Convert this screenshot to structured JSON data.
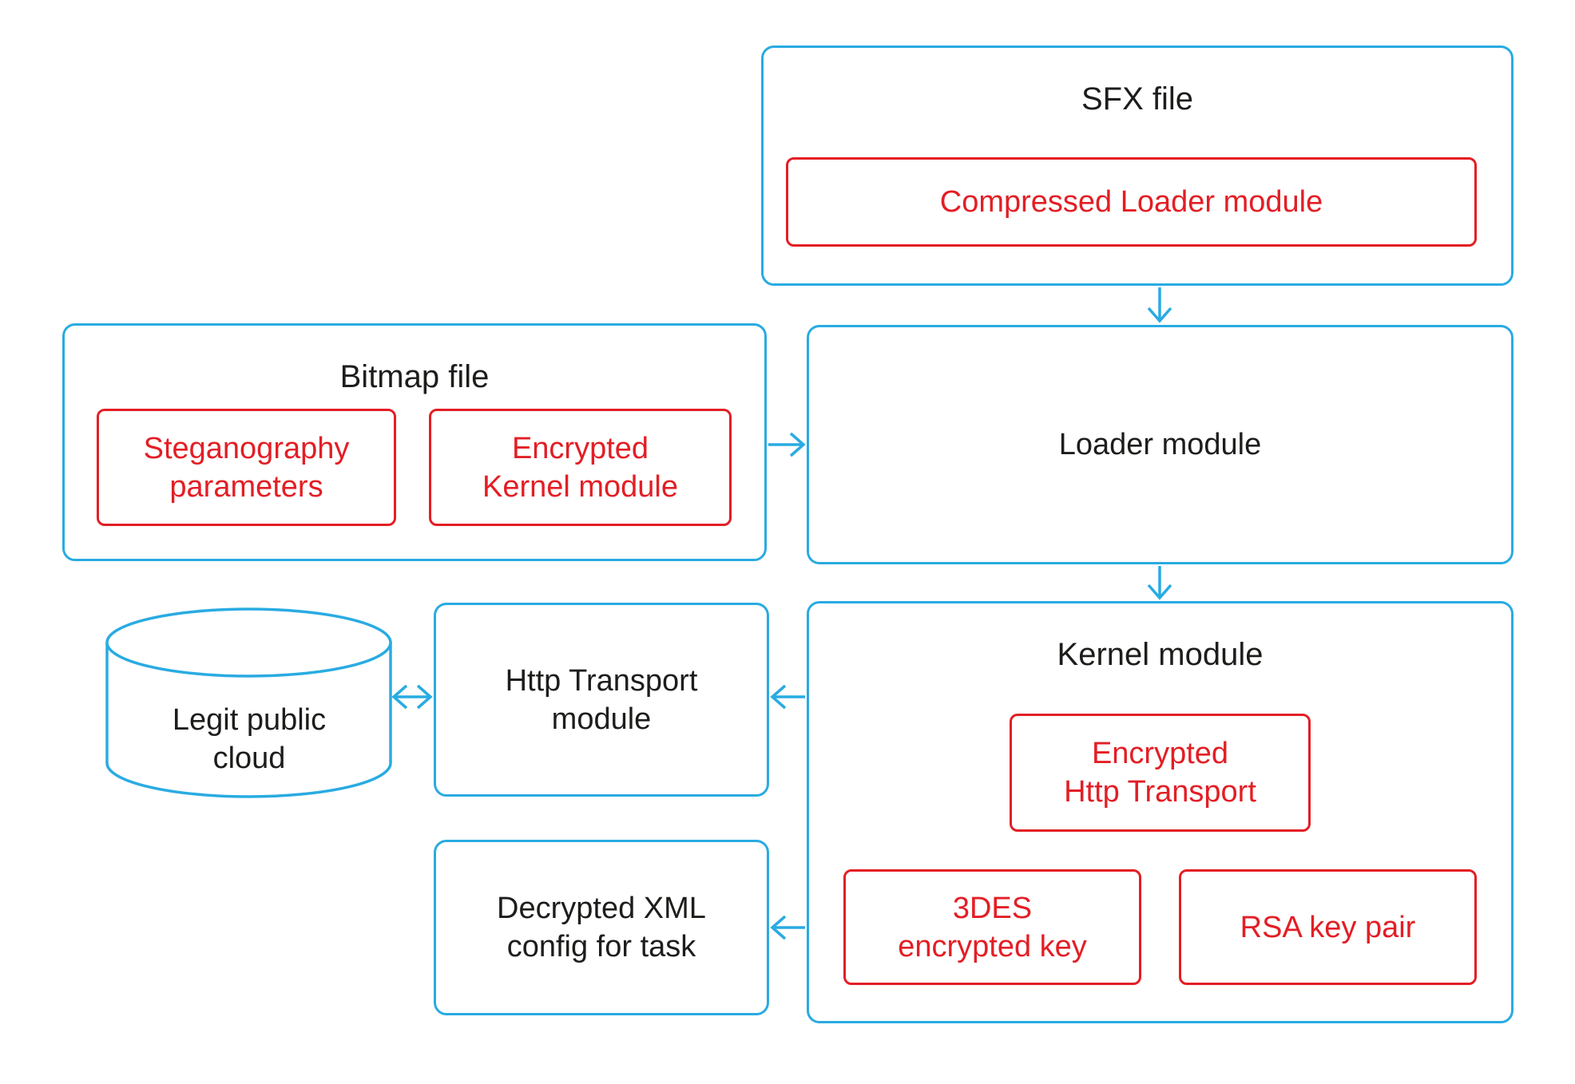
{
  "colors": {
    "cyan": "#29abe2",
    "red": "#e31e25",
    "text": "#1d1d1b",
    "background": "#ffffff"
  },
  "nodes": {
    "sfx_file": {
      "title": "SFX file"
    },
    "compressed_loader_module": {
      "lines": [
        "Compressed Loader module"
      ]
    },
    "bitmap_file": {
      "title": "Bitmap file"
    },
    "steganography_parameters": {
      "lines": [
        "Steganography",
        "parameters"
      ]
    },
    "encrypted_kernel_module": {
      "lines": [
        "Encrypted",
        "Kernel module"
      ]
    },
    "loader_module": {
      "lines": [
        "Loader module"
      ]
    },
    "kernel_module": {
      "title": "Kernel module"
    },
    "encrypted_http_transport": {
      "lines": [
        "Encrypted",
        "Http Transport"
      ]
    },
    "threedes_encrypted_key": {
      "lines": [
        "3DES",
        "encrypted key"
      ]
    },
    "rsa_key_pair": {
      "lines": [
        "RSA key pair"
      ]
    },
    "http_transport_module": {
      "lines": [
        "Http Transport",
        "module"
      ]
    },
    "decrypted_xml_config": {
      "lines": [
        "Decrypted XML",
        "config for task"
      ]
    },
    "legit_public_cloud": {
      "lines": [
        "Legit public",
        "cloud"
      ]
    }
  }
}
